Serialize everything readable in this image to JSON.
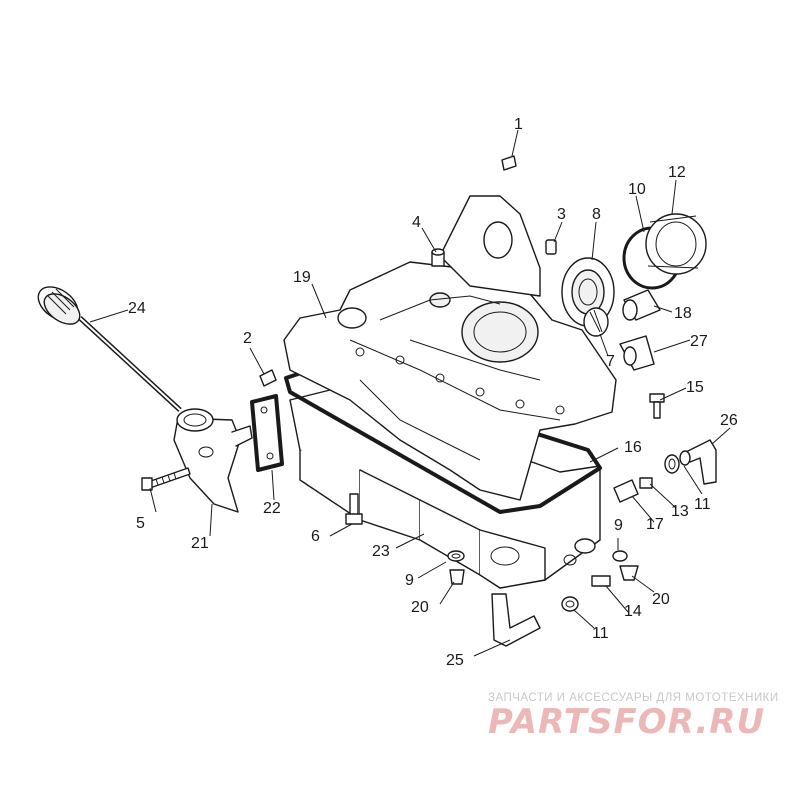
{
  "callouts": [
    "1",
    "2",
    "3",
    "4",
    "5",
    "6",
    "7",
    "8",
    "9",
    "10",
    "11",
    "12",
    "13",
    "14",
    "15",
    "16",
    "17",
    "18",
    "19",
    "20",
    "21",
    "22",
    "23",
    "24",
    "25",
    "26",
    "27",
    "9",
    "20",
    "11"
  ],
  "watermark": {
    "tagline": "ЗАПЧАСТИ И АКСЕССУАРЫ ДЛЯ МОТОТЕХНИКИ",
    "logo": "PARTSFOR.RU"
  },
  "colors": {
    "line": "#1a1a1a",
    "background": "#ffffff",
    "watermark_logo": "#e8a6a6",
    "watermark_tagline": "#c8c8c8"
  }
}
